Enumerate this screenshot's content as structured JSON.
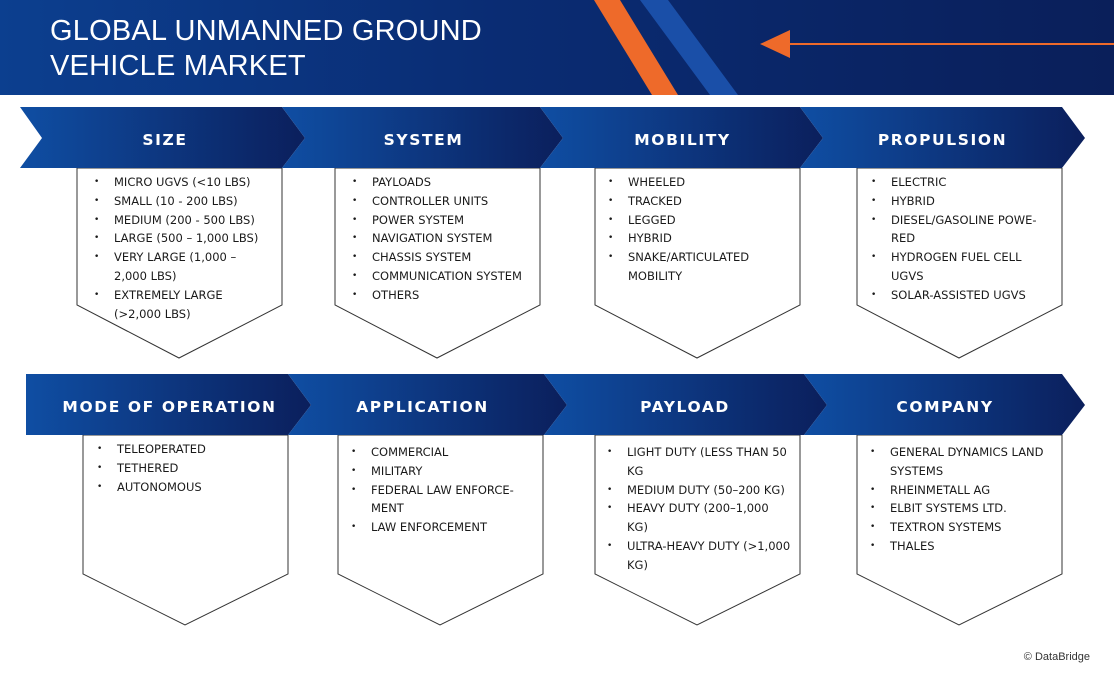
{
  "header": {
    "title_line1": "GLOBAL UNMANNED GROUND",
    "title_line2": "VEHICLE MARKET"
  },
  "colors": {
    "header_dark": "#0a1f5a",
    "header_blue": "#0c3f8f",
    "accent_orange": "#ee6a2a",
    "chevron_start": "#0f4ea3",
    "chevron_end": "#0b1f5c"
  },
  "segments": [
    {
      "title": "SIZE",
      "items": [
        "MICRO UGVS (<10 LBS)",
        "SMALL (10 - 200 LBS)",
        "MEDIUM (200 - 500 LBS)",
        "LARGE (500 – 1,000 LBS)",
        "VERY LARGE (1,000 – 2,000 LBS)",
        "EXTREMELY LARGE (>2,000 LBS)"
      ]
    },
    {
      "title": "SYSTEM",
      "items": [
        "PAYLOADS",
        "CONTROLLER UNITS",
        "POWER SYSTEM",
        "NAVIGATION SYSTEM",
        "CHASSIS SYSTEM",
        "COMMUNICATION SYSTEM",
        "OTHERS"
      ]
    },
    {
      "title": "MOBILITY",
      "items": [
        "WHEELED",
        "TRACKED",
        "LEGGED",
        "HYBRID",
        "SNAKE/ARTICULATED MOBILITY"
      ]
    },
    {
      "title": "PROPULSION",
      "items": [
        "ELECTRIC",
        "HYBRID",
        "DIESEL/GASOLINE POWE-RED",
        "HYDROGEN FUEL CELL UGVS",
        "SOLAR-ASSISTED UGVS"
      ]
    },
    {
      "title": "MODE OF OPERATION",
      "items": [
        "TELEOPERATED",
        "TETHERED",
        "AUTONOMOUS"
      ]
    },
    {
      "title": "APPLICATION",
      "items": [
        "COMMERCIAL",
        "MILITARY",
        "FEDERAL LAW ENFORCE-MENT",
        "LAW ENFORCEMENT"
      ]
    },
    {
      "title": "PAYLOAD",
      "items": [
        "LIGHT DUTY (LESS THAN 50 KG",
        "MEDIUM DUTY (50–200 KG)",
        "HEAVY DUTY (200–1,000 KG)",
        "ULTRA-HEAVY DUTY (>1,000 KG)"
      ]
    },
    {
      "title": "COMPANY",
      "items": [
        "GENERAL DYNAMICS LAND SYSTEMS",
        "RHEINMETALL AG",
        "ELBIT SYSTEMS LTD.",
        "TEXTRON SYSTEMS",
        "THALES"
      ]
    }
  ],
  "footer": {
    "copyright": "© DataBridge"
  }
}
